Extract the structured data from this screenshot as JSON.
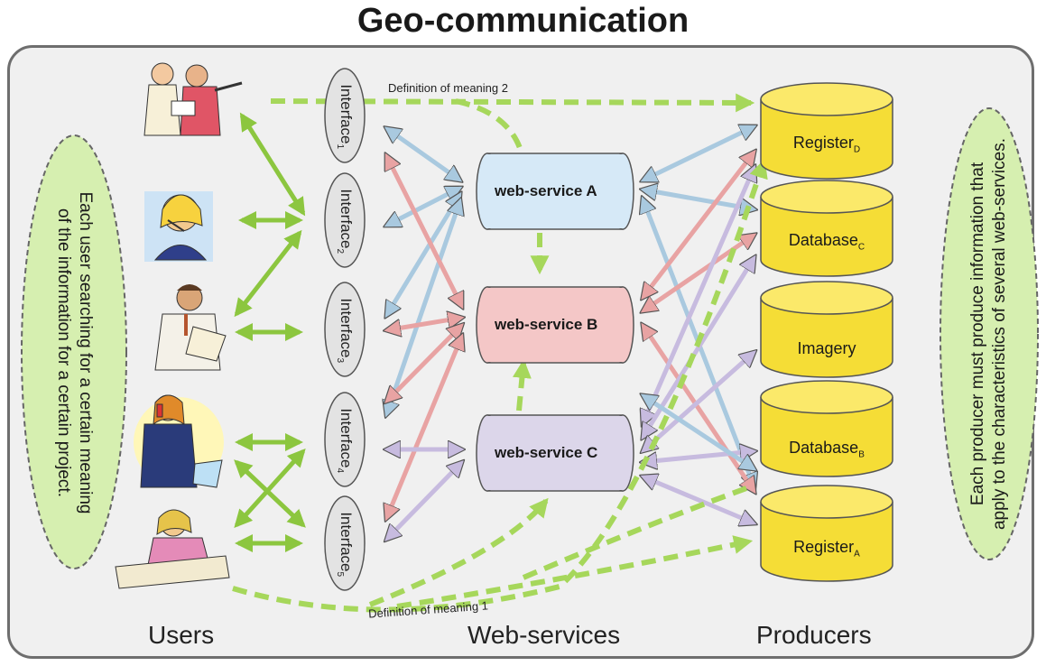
{
  "title": "Geo-communication",
  "users_caption": "Users",
  "webservices_caption": "Web-services",
  "producers_caption": "Producers",
  "left_note": [
    "Each user searching for a certain meaning",
    "of the information for a certain project."
  ],
  "right_note": [
    "Each producer must produce information that",
    "apply to the characteristics of several web-services."
  ],
  "definition_top": "Definition of meaning 2",
  "definition_bottom": "Definition of meaning 1",
  "interfaces": [
    {
      "label": "Interface",
      "sub": "1"
    },
    {
      "label": "Interface",
      "sub": "2"
    },
    {
      "label": "Interface",
      "sub": "3"
    },
    {
      "label": "Interface",
      "sub": "4"
    },
    {
      "label": "Interface",
      "sub": "5"
    }
  ],
  "webservices": [
    {
      "label": "web-service A",
      "color": "#d6e9f7"
    },
    {
      "label": "web-service B",
      "color": "#f4c7c7"
    },
    {
      "label": "web-service C",
      "color": "#dcd6ea"
    }
  ],
  "databases": [
    {
      "label": "Register",
      "sub": "D"
    },
    {
      "label": "Database",
      "sub": "C"
    },
    {
      "label": "Imagery",
      "sub": ""
    },
    {
      "label": "Database",
      "sub": "B"
    },
    {
      "label": "Register",
      "sub": "A"
    }
  ],
  "users": [
    {
      "icon": "couple-with-map-icon"
    },
    {
      "icon": "call-center-woman-icon"
    },
    {
      "icon": "man-reading-document-icon"
    },
    {
      "icon": "woman-on-phone-icon"
    },
    {
      "icon": "girl-writing-icon"
    }
  ],
  "colors": {
    "green_arrow": "#8cc63f",
    "dashed_green": "#a6d75b",
    "blue_arrow": "#a9c9df",
    "red_arrow": "#e8a3a3",
    "purple_arrow": "#c7bbdf",
    "db_fill": "#f5dd36",
    "note_fill": "#d6efb0"
  }
}
